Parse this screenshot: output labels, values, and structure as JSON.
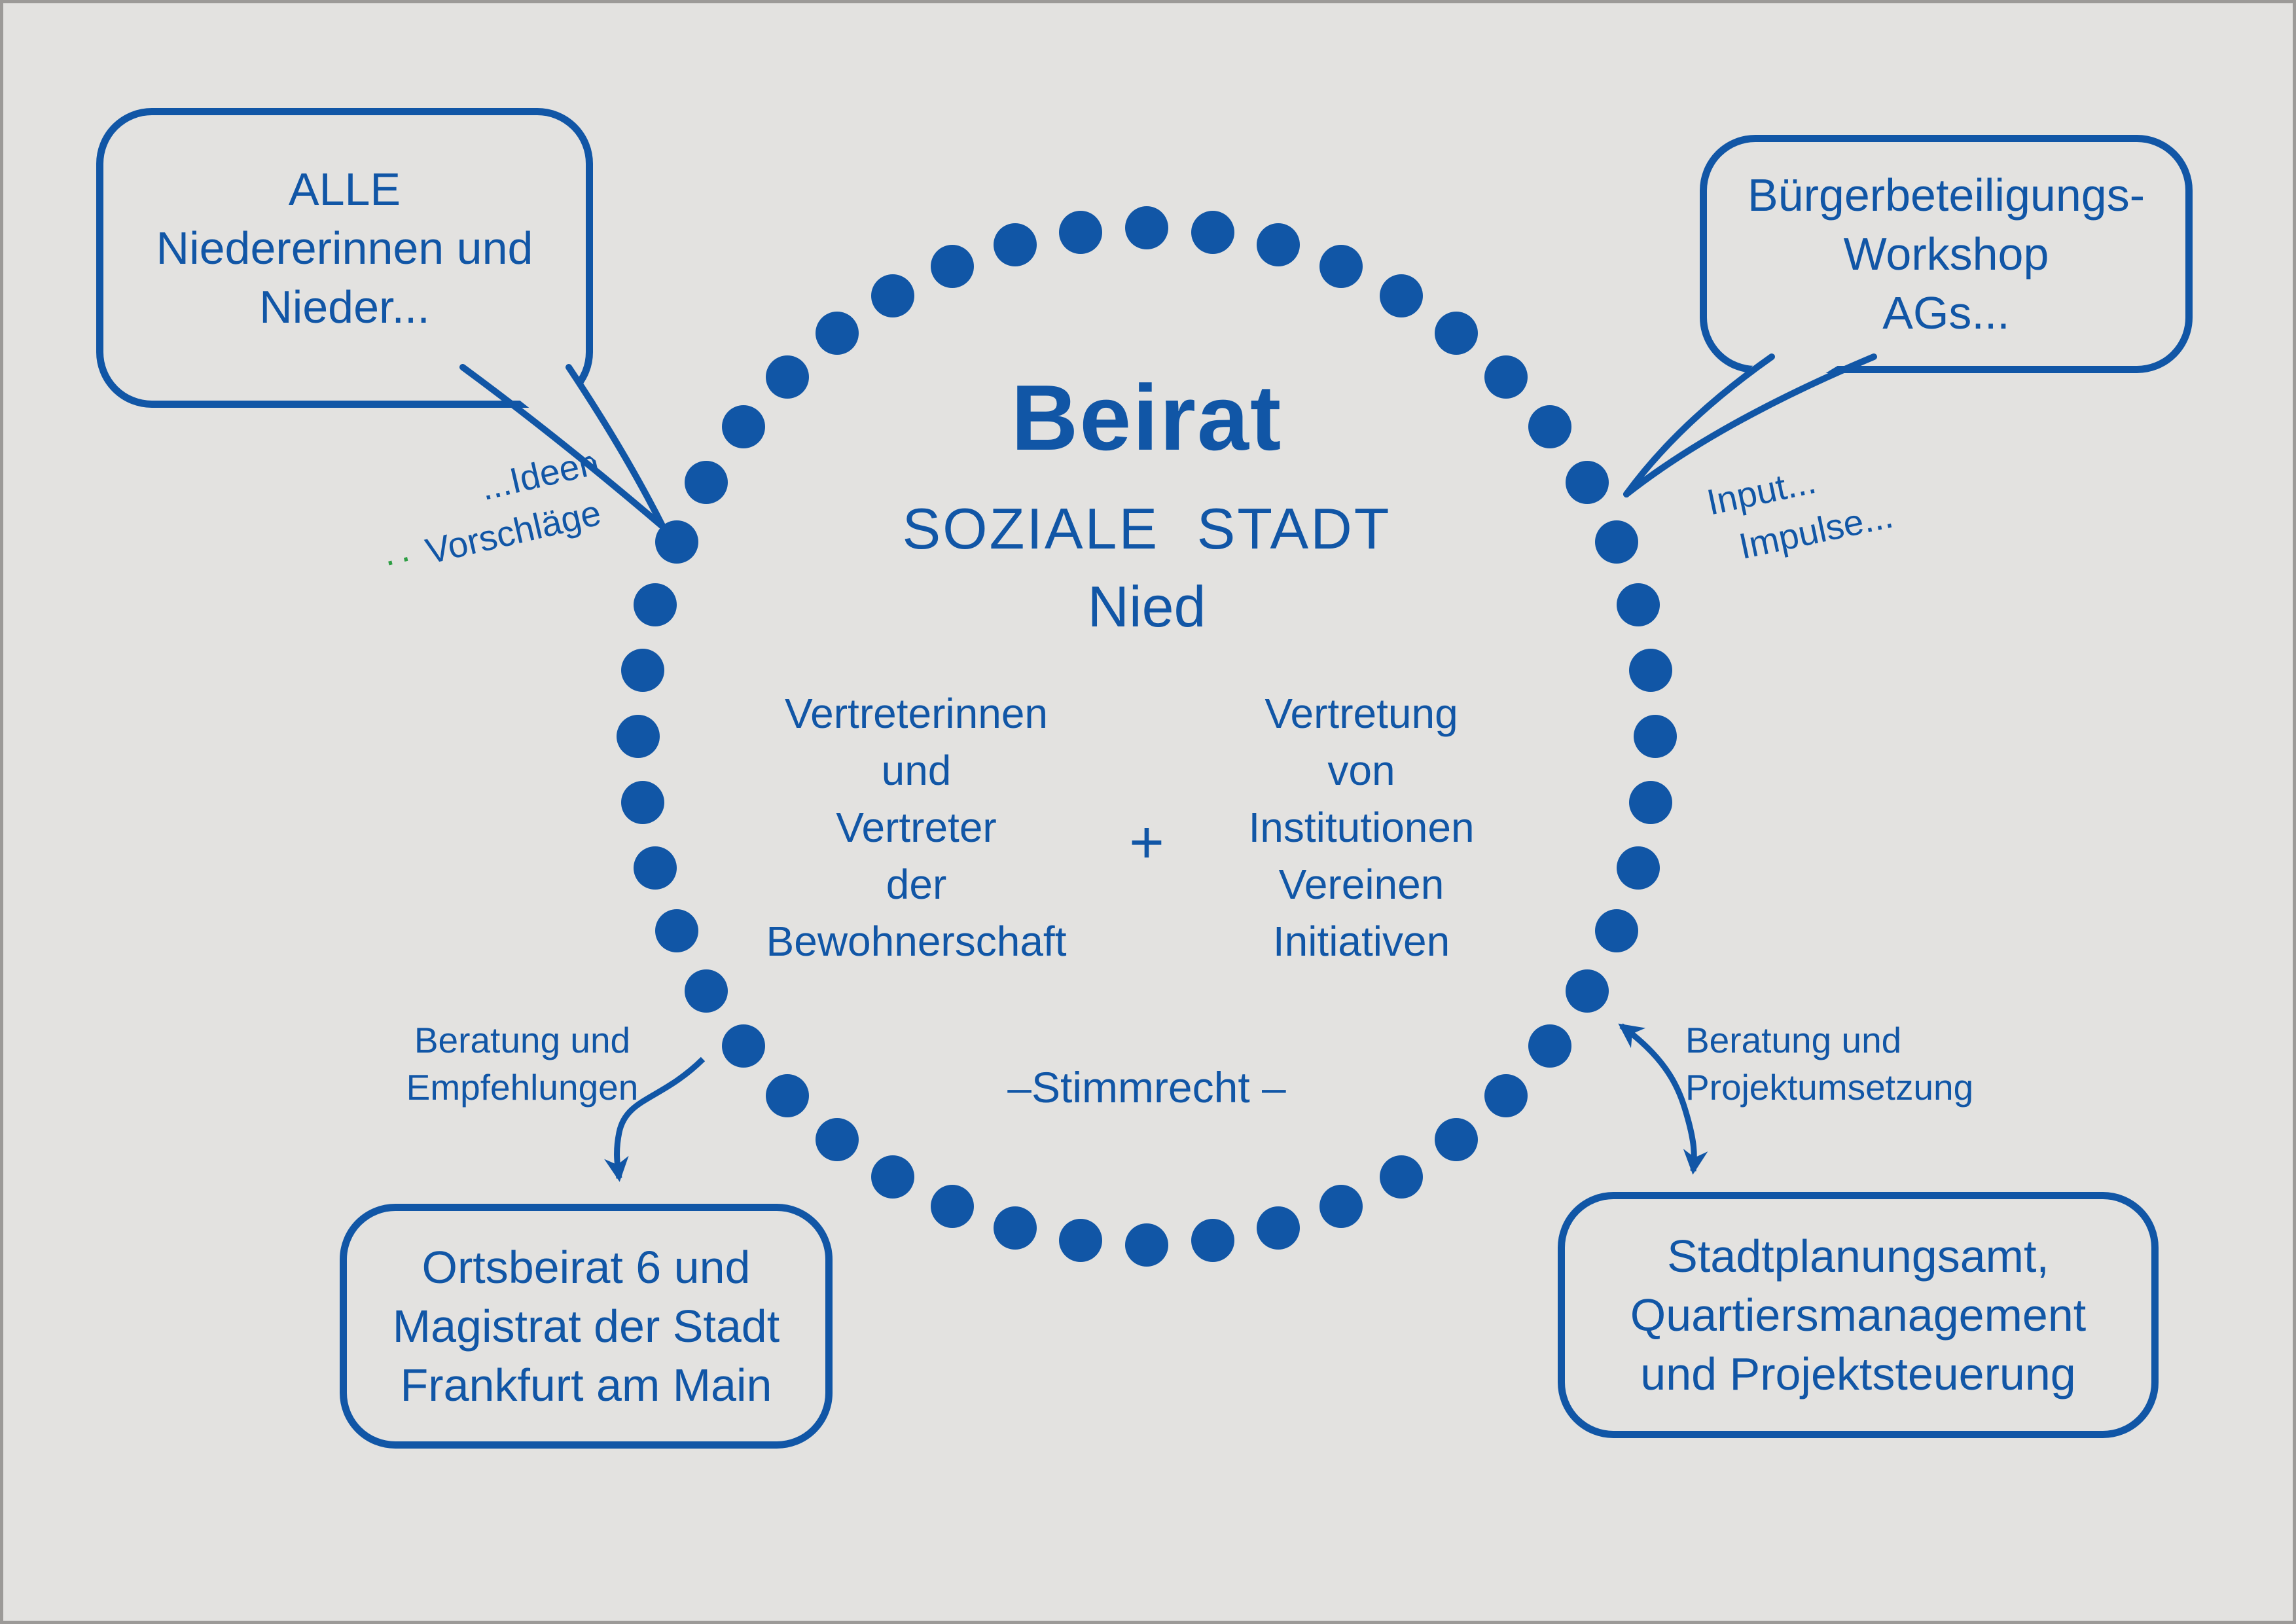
{
  "colors": {
    "blue": "#1156a6",
    "background": "#e3e2e0",
    "green": "#2e9e44"
  },
  "circle": {
    "title": "Beirat",
    "subtitle_line1": "SOZIALE STADT",
    "subtitle_line2": "Nied",
    "left_column": [
      "Vertreterinnen",
      "und",
      "Vertreter",
      "der",
      "Bewohnerschaft"
    ],
    "plus_sign": "+",
    "right_column": [
      "Vertretung",
      "von",
      "Institutionen",
      "Vereinen",
      "Initiativen"
    ],
    "voting_note": "–Stimmrecht –"
  },
  "speech_bubbles": {
    "top_left": {
      "lines": [
        "ALLE",
        "Niedererinnen und",
        "Nieder..."
      ]
    },
    "top_right": {
      "lines": [
        "Bürgerbeteiligungs-",
        "Workshop",
        "AGs..."
      ]
    }
  },
  "boxes": {
    "bottom_left": {
      "lines": [
        "Ortsbeirat 6 und",
        "Magistrat der Stadt",
        "Frankfurt am Main"
      ]
    },
    "bottom_right": {
      "lines": [
        "Stadtplanungsamt,",
        "Quartiersmanagement",
        "und Projektsteuerung"
      ]
    }
  },
  "annotations": {
    "ideen": "...Ideen",
    "vorschlaege_prefix": "··",
    "vorschlaege": "Vorschläge",
    "input": "Input...",
    "impulse": "Impulse...",
    "left_arrow_label": [
      "Beratung und",
      "Empfehlungen"
    ],
    "right_arrow_label": [
      "Beratung und",
      "Projektumsetzung"
    ]
  }
}
